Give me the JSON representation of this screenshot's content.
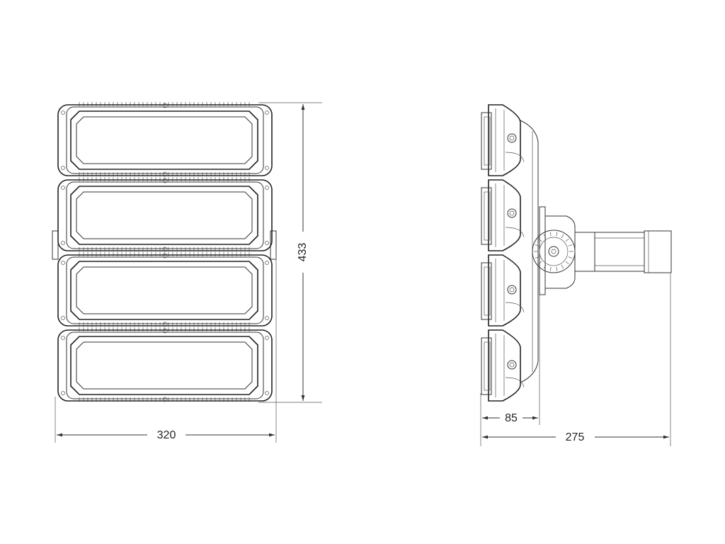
{
  "dimensions": {
    "width": "320",
    "height": "433",
    "depth_module": "85",
    "depth_total": "275"
  }
}
